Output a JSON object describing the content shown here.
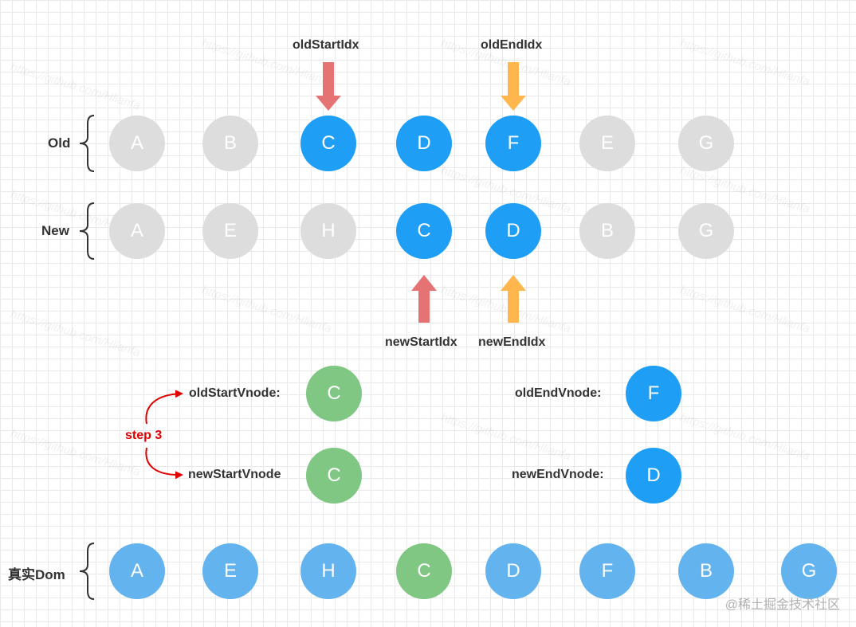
{
  "colors": {
    "gray": "#dddddd",
    "blue": "#1e9ff5",
    "green": "#7fc782",
    "light_blue": "#63b3ee",
    "red_arrow": "#e57373",
    "orange_arrow": "#ffb74d",
    "step_red": "#e00000"
  },
  "watermark": "https://github.com/Hlianfa",
  "row_labels": {
    "old": "Old",
    "new": "New",
    "dom": "真实Dom"
  },
  "old_row": [
    {
      "label": "A",
      "color": "gray"
    },
    {
      "label": "B",
      "color": "gray"
    },
    {
      "label": "C",
      "color": "blue"
    },
    {
      "label": "D",
      "color": "blue"
    },
    {
      "label": "F",
      "color": "blue"
    },
    {
      "label": "E",
      "color": "gray"
    },
    {
      "label": "G",
      "color": "gray"
    }
  ],
  "new_row": [
    {
      "label": "A",
      "color": "gray"
    },
    {
      "label": "E",
      "color": "gray"
    },
    {
      "label": "H",
      "color": "gray"
    },
    {
      "label": "C",
      "color": "blue"
    },
    {
      "label": "D",
      "color": "blue"
    },
    {
      "label": "B",
      "color": "gray"
    },
    {
      "label": "G",
      "color": "gray"
    }
  ],
  "dom_row": [
    {
      "label": "A",
      "color": "light_blue"
    },
    {
      "label": "E",
      "color": "light_blue"
    },
    {
      "label": "H",
      "color": "light_blue"
    },
    {
      "label": "C",
      "color": "green"
    },
    {
      "label": "D",
      "color": "light_blue"
    },
    {
      "label": "F",
      "color": "light_blue"
    },
    {
      "label": "B",
      "color": "light_blue"
    },
    {
      "label": "G",
      "color": "light_blue"
    }
  ],
  "pointers": {
    "old_start": "oldStartIdx",
    "old_end": "oldEndIdx",
    "new_start": "newStartIdx",
    "new_end": "newEndIdx"
  },
  "vnodes": {
    "old_start": {
      "label": "oldStartVnode:",
      "value": "C",
      "color": "green"
    },
    "new_start": {
      "label": "newStartVnode",
      "value": "C",
      "color": "green"
    },
    "old_end": {
      "label": "oldEndVnode:",
      "value": "F",
      "color": "blue"
    },
    "new_end": {
      "label": "newEndVnode:",
      "value": "D",
      "color": "blue"
    }
  },
  "step_label": "step 3",
  "footer": "@稀土掘金技术社区"
}
